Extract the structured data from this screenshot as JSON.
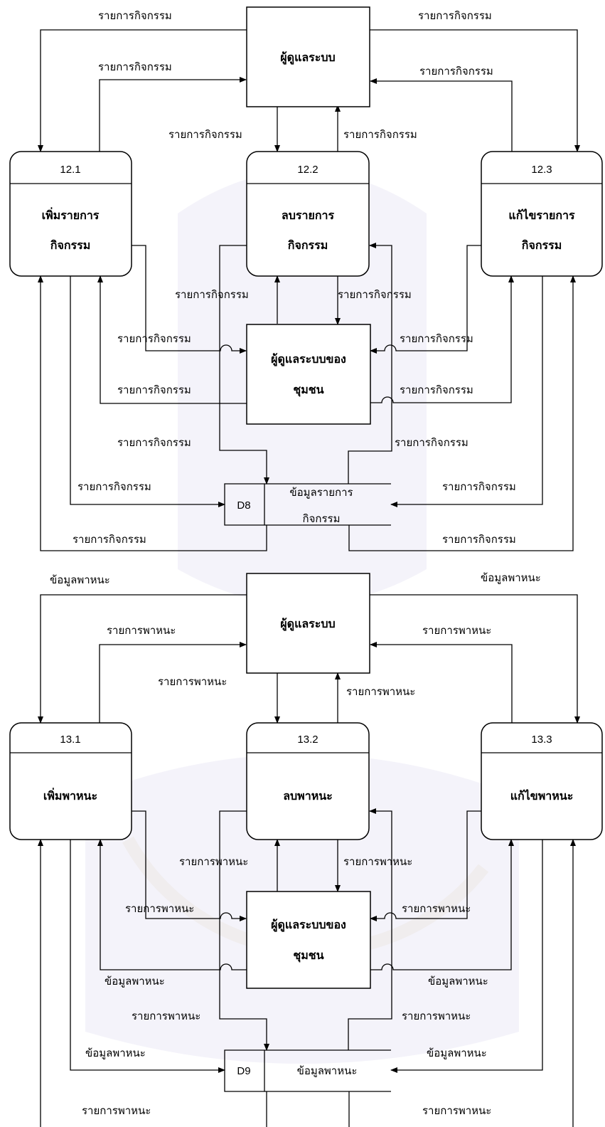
{
  "diagram12": {
    "external_top": "ผู้ดูแลระบบ",
    "external_mid": "ผู้ดูแลระบบของชุมชน",
    "external_mid_line1": "ผู้ดูแลระบบของ",
    "external_mid_line2": "ชุมชน",
    "processes": [
      {
        "id": "12.1",
        "line1": "เพิ่มรายการ",
        "line2": "กิจกรรม"
      },
      {
        "id": "12.2",
        "line1": "ลบรายการ",
        "line2": "กิจกรรม"
      },
      {
        "id": "12.3",
        "line1": "แก้ไขรายการ",
        "line2": "กิจกรรม"
      }
    ],
    "store": {
      "id": "D8",
      "line1": "ข้อมูลรายการ",
      "line2": "กิจกรรม"
    },
    "flow_label": "รายการกิจกรรม"
  },
  "diagram13": {
    "external_top": "ผู้ดูแลระบบ",
    "external_mid_line1": "ผู้ดูแลระบบของ",
    "external_mid_line2": "ชุมชน",
    "processes": [
      {
        "id": "13.1",
        "line1": "เพิ่มพาหนะ"
      },
      {
        "id": "13.2",
        "line1": "ลบพาหนะ"
      },
      {
        "id": "13.3",
        "line1": "แก้ไขพาหนะ"
      }
    ],
    "store": {
      "id": "D9",
      "line1": "ข้อมูลพาหนะ"
    },
    "flow_list": "รายการพาหนะ",
    "flow_data": "ข้อมูลพาหนะ"
  },
  "colors": {
    "line": "#000000",
    "watermark": "#6a4fb3",
    "watermark_gold": "#c9a06a"
  }
}
